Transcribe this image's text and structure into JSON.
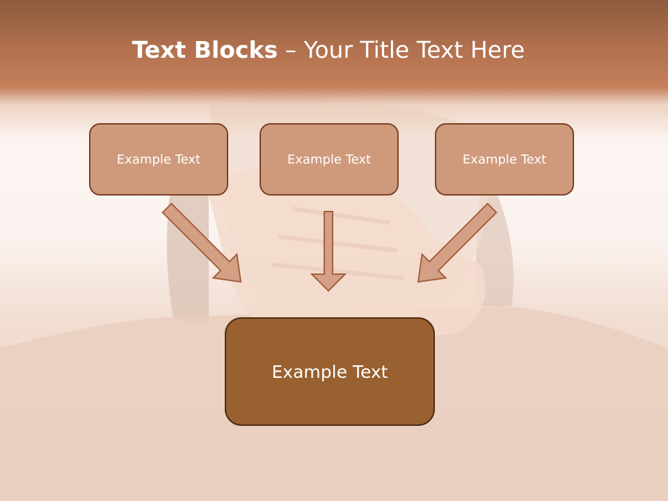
{
  "title": {
    "bold": "Text Blocks",
    "separator": " – ",
    "normal": "Your Title Text Here"
  },
  "blocks": [
    {
      "label": "Example Text"
    },
    {
      "label": "Example Text"
    },
    {
      "label": "Example Text"
    }
  ],
  "target": {
    "label": "Example Text"
  },
  "colors": {
    "header": "#b2714f",
    "block_fill": "#cf9a7c",
    "block_border": "#7a3f26",
    "target_fill": "#98612f",
    "arrow_fill": "#d4a085"
  }
}
